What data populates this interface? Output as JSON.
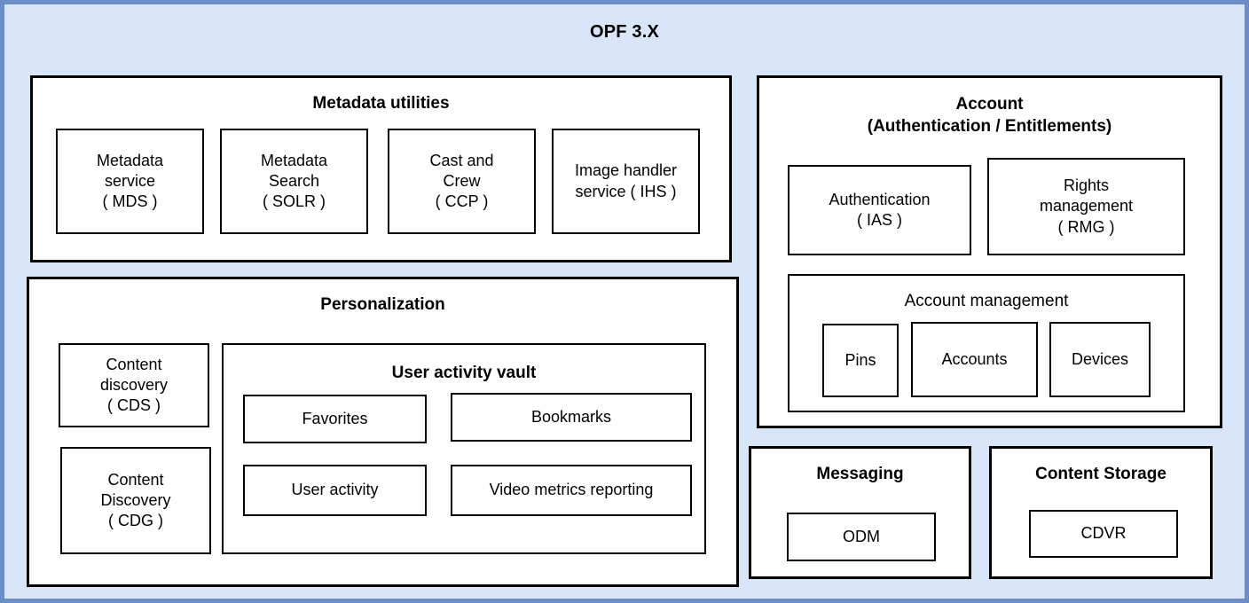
{
  "diagram": {
    "title": "OPF 3.X",
    "background_color": "#d9e5f8",
    "border_color": "#6d8ec6",
    "box_fill": "#ffffff",
    "box_border": "#000000"
  },
  "metadata_utilities": {
    "title": "Metadata utilities",
    "items": [
      {
        "label": "Metadata\nservice\n( MDS )",
        "line1": "Metadata",
        "line2": "service",
        "line3": "( MDS )"
      },
      {
        "label": "Metadata\nSearch\n( SOLR )",
        "line1": "Metadata",
        "line2": "Search",
        "line3": "( SOLR )"
      },
      {
        "label": "Cast and\nCrew\n( CCP )",
        "line1": "Cast and",
        "line2": "Crew",
        "line3": "( CCP )"
      },
      {
        "label": "Image handler\nservice ( IHS )",
        "line1": "Image handler",
        "line2": "service ( IHS )",
        "line3": ""
      }
    ]
  },
  "personalization": {
    "title": "Personalization",
    "discovery": [
      {
        "line1": "Content",
        "line2": "discovery",
        "line3": "( CDS )"
      },
      {
        "line1": "Content",
        "line2": "Discovery",
        "line3": "( CDG )"
      }
    ],
    "vault": {
      "title": "User activity vault",
      "items": [
        "Favorites",
        "Bookmarks",
        "User activity",
        "Video metrics reporting"
      ]
    }
  },
  "account": {
    "title_line1": "Account",
    "title_line2": "(Authentication / Entitlements)",
    "services": [
      {
        "line1": "Authentication",
        "line2": "( IAS )",
        "line3": ""
      },
      {
        "line1": "Rights",
        "line2": "management",
        "line3": "( RMG )"
      }
    ],
    "management": {
      "title": "Account management",
      "items": [
        "Pins",
        "Accounts",
        "Devices"
      ]
    }
  },
  "messaging": {
    "title": "Messaging",
    "items": [
      "ODM"
    ]
  },
  "content_storage": {
    "title": "Content Storage",
    "items": [
      "CDVR"
    ]
  }
}
